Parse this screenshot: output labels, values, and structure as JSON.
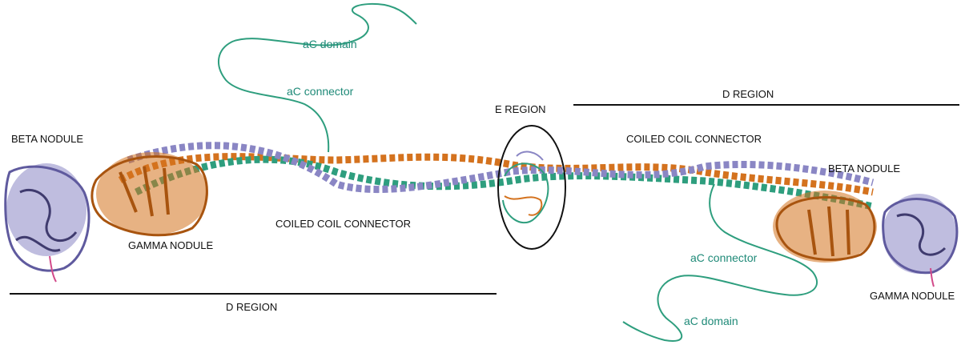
{
  "colors": {
    "alpha_chain": "#2e9e7e",
    "beta_chain": "#8a86c4",
    "gamma_chain": "#d4721e",
    "ac_label": "#1f8a78",
    "text": "#111111",
    "lines": "#111111",
    "fpb_tail": "#d24a8a"
  },
  "labels": {
    "ac_domain_top": "aC domain",
    "ac_connector_top": "aC connector",
    "e_region": "E REGION",
    "d_region_top": "D REGION",
    "beta_nodule_left": "BETA NODULE",
    "coiled_coil_right": "COILED COIL CONNECTOR",
    "beta_nodule_right": "BETA NODULE",
    "coiled_coil_left": "COILED COIL CONNECTOR",
    "gamma_nodule_left": "GAMMA NODULE",
    "ac_connector_bottom": "aC connector",
    "d_region_bottom": "D REGION",
    "gamma_nodule_right": "GAMMA NODULE",
    "ac_domain_bottom": "aC domain"
  }
}
